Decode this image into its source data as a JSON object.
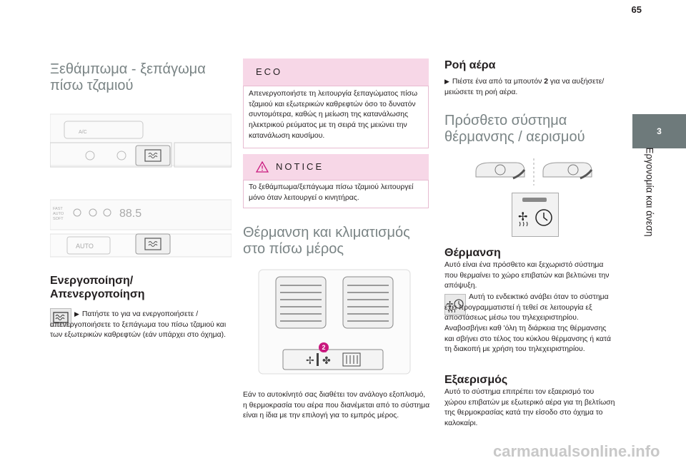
{
  "page_number": "65",
  "chapter": {
    "number": "3",
    "title": "Εργονομία και άνεση"
  },
  "col1": {
    "heading": "Ξεθάμπωμα - ξεπάγωμα πίσω τζαμιού",
    "image1": {
      "ac_label": "A/C"
    },
    "image2": {
      "fast_label": "FAST",
      "auto_label": "AUTO",
      "soft_label": "SOFT",
      "temp_display": "88.5",
      "auto_button": "AUTO"
    },
    "subheading": "Ενεργοποίηση/ Απενεργοποίηση",
    "text": "Πατήστε το για να ενεργοποιήσετε / απενεργοποιήσετε το ξεπάγωμα του πίσω τζαμιού και των εξωτερικών καθρεφτών (εάν υπάρχει στο όχημα)."
  },
  "col2": {
    "eco": {
      "title": "ECO",
      "text": "Απενεργοποιήστε τη λειτουργία ξεπαγώματος πίσω τζαμιού και εξωτερικών καθρεφτών όσο το δυνατόν συντομότερα, καθώς η μείωση της κατανάλωσης ηλεκτρικού ρεύματος με τη σειρά της μειώνει την κατανάλωση καυσίμου."
    },
    "notice": {
      "title": "NOTICE",
      "text": "Το ξεθάμπωμα/ξεπάγωμα πίσω τζαμιού λειτουργεί μόνο όταν λειτουργεί ο κινητήρας."
    },
    "heading": "Θέρμανση και κλιματισμός στο πίσω μέρος",
    "badge": "2",
    "text": "Εάν το αυτοκίνητό σας διαθέτει τον ανάλογο εξοπλισμό, η θερμοκρασία του αέρα που διανέμεται από το σύστημα είναι η ίδια με την επιλογή για το εμπρός μέρος."
  },
  "col3": {
    "airflow_heading": "Ροή αέρα",
    "airflow_text_a": "Πιέστε ένα από τα μπουτόν ",
    "airflow_text_num": "2",
    "airflow_text_b": " για να αυξήσετε/ μειώσετε τη ροή αέρα.",
    "extra_heading": "Πρόσθετο σύστημα θέρμανσης / αερισμού",
    "heating_heading": "Θέρμανση",
    "heating_text1": "Αυτό είναι ένα πρόσθετο και ξεχωριστό σύστημα που θερμαίνει το χώρο επιβατών και βελτιώνει την απόψυξη.",
    "heating_text2": "Αυτή το ενδεικτικό ανάβει όταν το σύστημα έχει προγραμματιστεί ή τεθεί σε λειτουργία εξ αποστάσεως μέσω του τηλεχειριστηρίου.",
    "heating_text3": "Αναβοσβήνει καθ 'όλη τη διάρκεια της θέρμανσης και σβήνει στο τέλος του κύκλου θέρμανσης ή κατά τη διακοπή με χρήση του τηλεχειριστηρίου.",
    "vent_heading": "Εξαερισμός",
    "vent_text": "Αυτό το σύστημα επιτρέπει τον εξαερισμό του χώρου επιβατών με εξωτερικό αέρα για τη βελτίωση της θερμοκρασίας κατά την είσοδο στο όχημα το καλοκαίρι."
  },
  "footer": "carmanualsonline.info",
  "colors": {
    "pink_box": "#f7d7e7",
    "tab_gray": "#6e7a7b",
    "heading_gray": "#7a8485",
    "badge": "#c9187e"
  }
}
